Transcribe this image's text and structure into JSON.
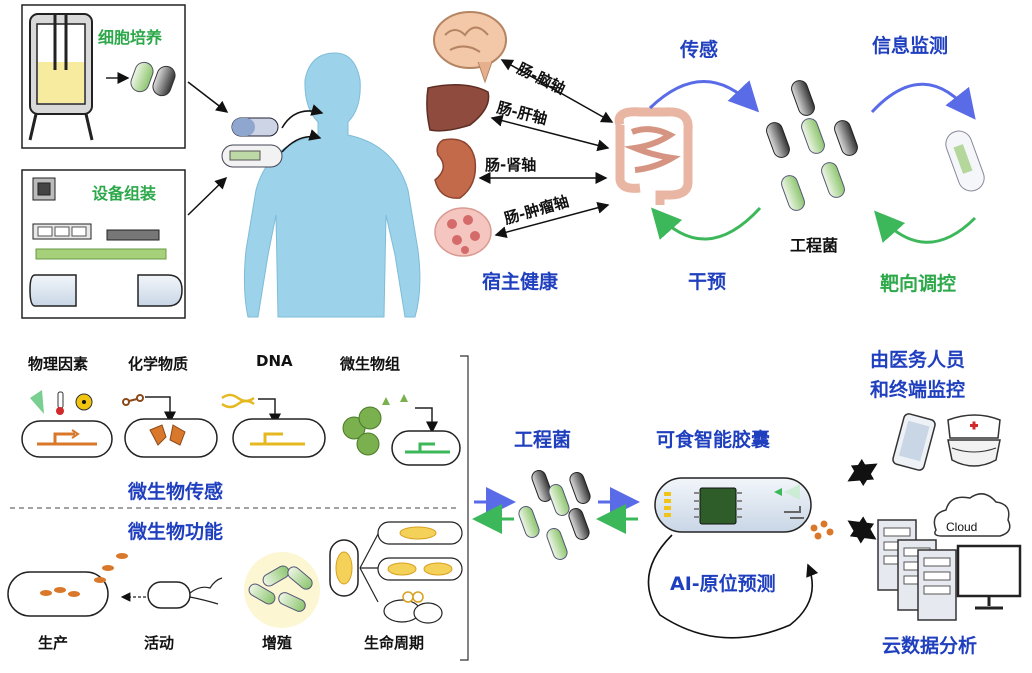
{
  "top": {
    "cell_culture": "细胞培养",
    "device_assembly": "设备组装",
    "axes": {
      "gut_brain": "肠-脑轴",
      "gut_liver": "肠-肝轴",
      "gut_kidney": "肠-肾轴",
      "gut_tumor": "肠-肿瘤轴"
    },
    "host_health": "宿主健康",
    "sensing": "传感",
    "intervention": "干预",
    "engineered_bacteria": "工程菌",
    "info_monitoring": "信息监测",
    "targeted_regulation": "靶向调控"
  },
  "bottom": {
    "inputs": {
      "physical": "物理因素",
      "chemical": "化学物质",
      "dna": "DNA",
      "microbiome": "微生物组"
    },
    "microbial_sensing": "微生物传感",
    "microbial_function": "微生物功能",
    "functions": {
      "production": "生产",
      "activity": "活动",
      "proliferation": "增殖",
      "life_cycle": "生命周期"
    },
    "engineered_bacteria": "工程菌",
    "edible_capsule": "可食智能胶囊",
    "ai_prediction": "AI-原位预测",
    "monitor_line1": "由医务人员",
    "monitor_line2": "和终端监控",
    "cloud": "Cloud",
    "cloud_analysis": "云数据分析"
  },
  "colors": {
    "blue_label": "#1f3fbf",
    "green_label": "#2da84a",
    "arrow_blue": "#5a6be8",
    "arrow_green": "#3cb85a",
    "body_blue": "#9cd2ea",
    "orange": "#d9782a",
    "yellow": "#f0c419"
  }
}
